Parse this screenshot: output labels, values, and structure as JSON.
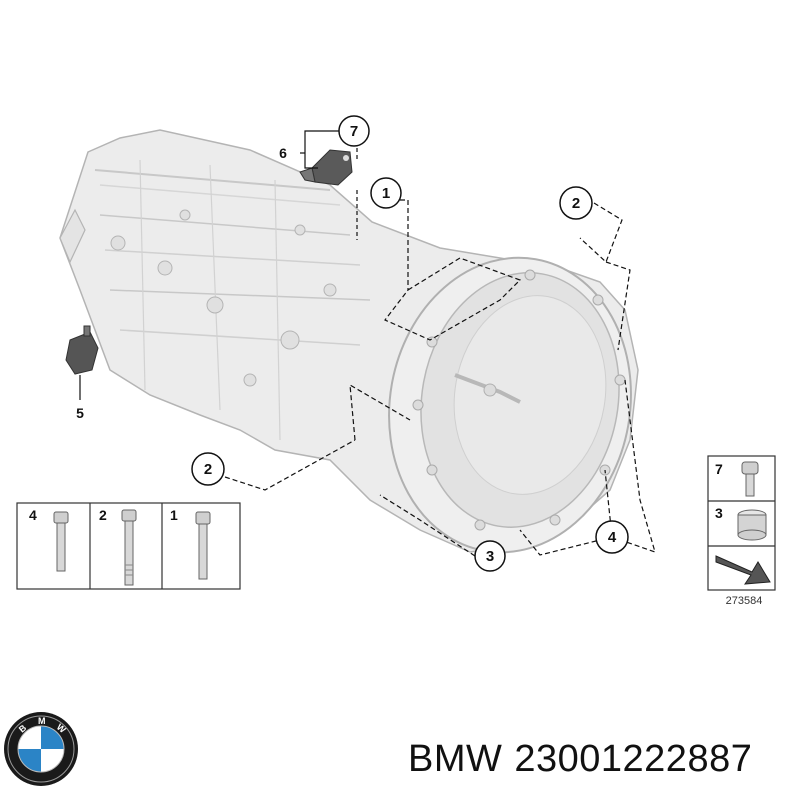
{
  "callouts": {
    "c1": "1",
    "c2_top": "2",
    "c2_left": "2",
    "c3": "3",
    "c4": "4",
    "c5": "5",
    "c6": "6",
    "c7": "7"
  },
  "bolt_box": {
    "labels": [
      "4",
      "2",
      "1"
    ]
  },
  "legend_box": {
    "labels": [
      "7",
      "3"
    ],
    "ref_number": "273584"
  },
  "footer": {
    "brand": "BMW",
    "part_number": "23001222887",
    "logo_letters": "BMW"
  },
  "colors": {
    "housing_fill": "#ececec",
    "housing_stroke": "#b4b4b4",
    "dark_part": "#555555",
    "logo_blue": "#2b84c6",
    "logo_ring": "#111111"
  }
}
